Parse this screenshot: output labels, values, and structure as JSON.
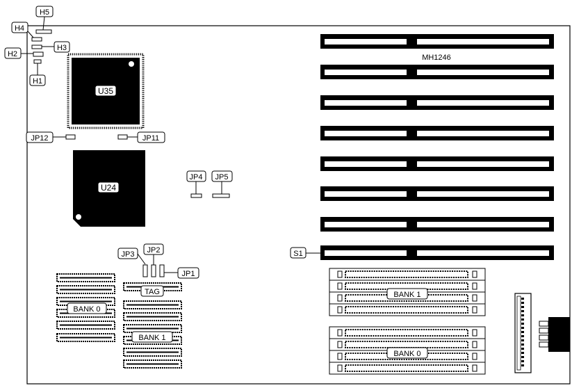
{
  "board_id": "MH1246",
  "chips": {
    "u35": "U35",
    "u24": "U24"
  },
  "jumpers": {
    "h1": "H1",
    "h2": "H2",
    "h3": "H3",
    "h4": "H4",
    "h5": "H5",
    "jp1": "JP1",
    "jp2": "JP2",
    "jp3": "JP3",
    "jp4": "JP4",
    "jp5": "JP5",
    "jp11": "JP11",
    "jp12": "JP12"
  },
  "switch": "S1",
  "cache": {
    "bank0": "BANK 0",
    "bank1": "BANK 1",
    "tag": "TAG"
  },
  "simm": {
    "bank1": "BANK 1",
    "bank0": "BANK 0"
  },
  "colors": {
    "ink": "#000000",
    "paper": "#ffffff"
  }
}
